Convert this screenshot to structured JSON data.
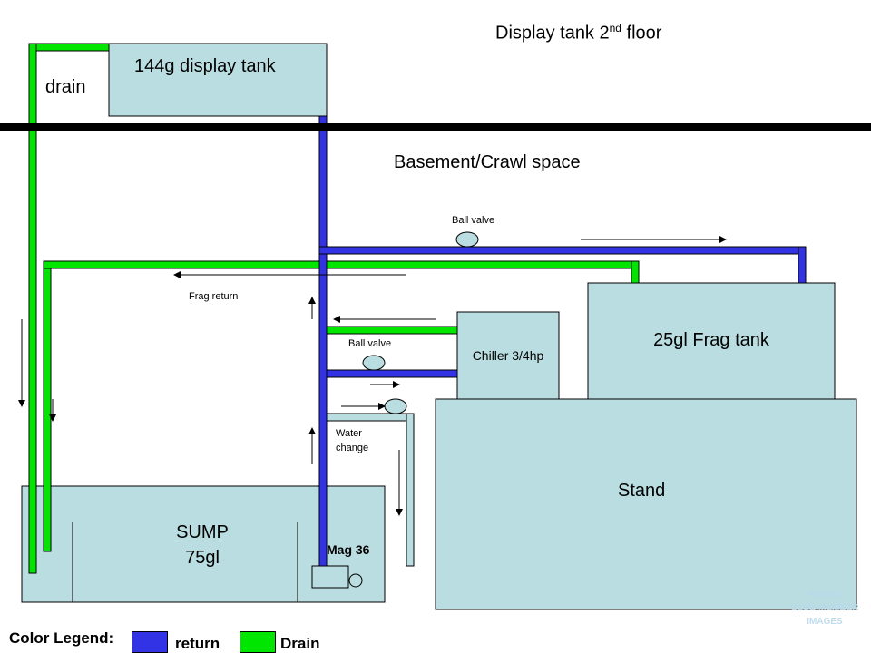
{
  "labels": {
    "title_prefix": "Display tank 2",
    "title_sup": "nd",
    "title_suffix": " floor",
    "display_tank": "144g display tank",
    "drain": "drain",
    "basement": "Basement/Crawl space",
    "ball_valve_top": "Ball valve",
    "frag_return": "Frag return",
    "ball_valve_mid": "Ball valve",
    "chiller": "Chiller 3/4hp",
    "frag_tank": "25gl Frag tank",
    "water_change_1": "Water",
    "water_change_2": "change",
    "stand": "Stand",
    "sump_1": "SUMP",
    "sump_2": "75gl",
    "pump": "Mag 36"
  },
  "legend": {
    "title": "Color Legend:",
    "items": [
      {
        "label": "return",
        "color": "#3333e6"
      },
      {
        "label": "Drain",
        "color": "#00e600"
      }
    ]
  },
  "watermark": [
    "WAMAS",
    "CLUB MEMBER",
    "IMAGES"
  ],
  "colors": {
    "tank_fill": "#b9dde0",
    "return_pipe": "#3333e6",
    "drain_pipe": "#00e600",
    "floor_line": "#000000"
  }
}
